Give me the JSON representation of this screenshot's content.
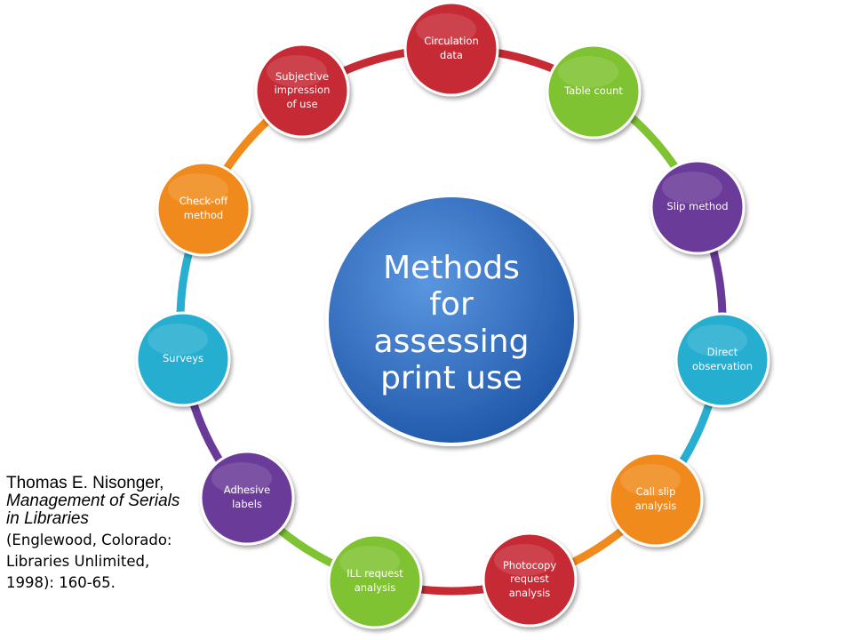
{
  "center": {
    "label": "Methods\nfor\nassessing\nprint use",
    "color": "#2f6fc4"
  },
  "nodes": [
    {
      "id": "circulation-data",
      "label": "Circulation\ndata",
      "color": "#c62b34"
    },
    {
      "id": "table-count",
      "label": "Table count",
      "color": "#7fc232"
    },
    {
      "id": "slip-method",
      "label": "Slip method",
      "color": "#6a3a99"
    },
    {
      "id": "direct-observation",
      "label": "Direct\nobservation",
      "color": "#27aed0"
    },
    {
      "id": "call-slip-analysis",
      "label": "Call slip\nanalysis",
      "color": "#f08a1c"
    },
    {
      "id": "photocopy-request-analysis",
      "label": "Photocopy\nrequest\nanalysis",
      "color": "#c62b34"
    },
    {
      "id": "ill-request-analysis",
      "label": "ILL request\nanalysis",
      "color": "#7fc232"
    },
    {
      "id": "adhesive-labels",
      "label": "Adhesive\nlabels",
      "color": "#6a3a99"
    },
    {
      "id": "surveys",
      "label": "Surveys",
      "color": "#27aed0"
    },
    {
      "id": "check-off-method",
      "label": "Check-off\nmethod",
      "color": "#f08a1c"
    },
    {
      "id": "subjective-impression-of-use",
      "label": "Subjective\nimpression\nof use",
      "color": "#c62b34"
    }
  ],
  "citation": {
    "author": "Thomas E. Nisonger,",
    "title": "Management of Serials in Libraries",
    "publication": "(Englewood, Colorado: Libraries Unlimited, 1998): 160-65."
  }
}
